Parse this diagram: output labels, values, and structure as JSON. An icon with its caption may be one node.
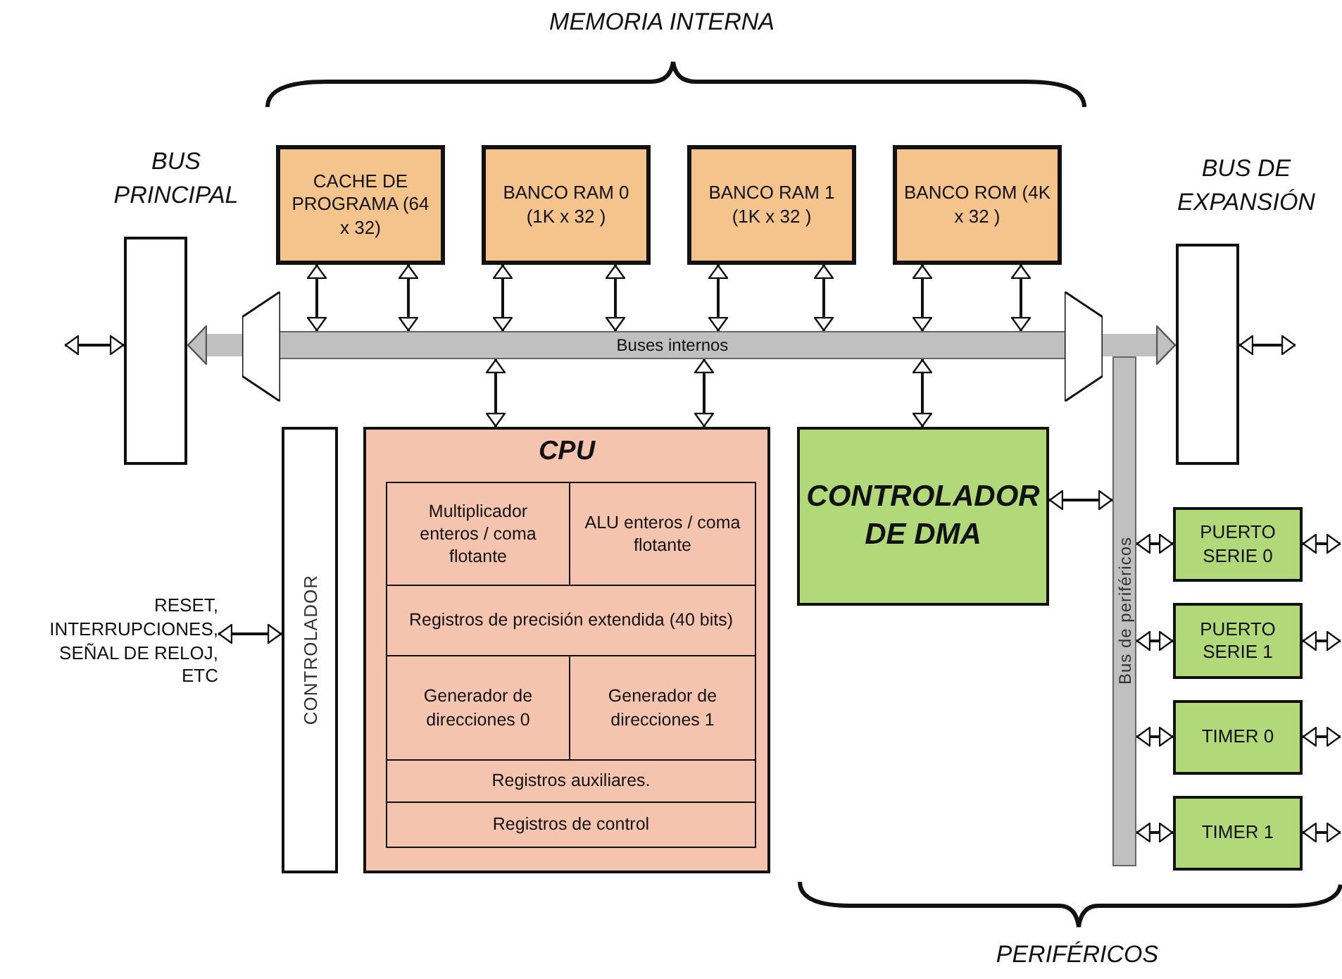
{
  "diagram": {
    "nodes": [
      {
        "text": [
          "BUS PRINCIPAL"
        ]
      },
      {
        "text": [
          "CACHE DE PROGRAMA (64 x 32)"
        ]
      },
      {
        "text": [
          "BANCO RAM 0 (1K x 32 )"
        ]
      },
      {
        "text": [
          "BANCO RAM 1 (1K x 32 )"
        ]
      },
      {
        "text": [
          "BANCO ROM (4K x 32 )"
        ]
      },
      {
        "text": [
          "BUS DE EXPANSIÓN"
        ]
      },
      {
        "text": [
          "Buses internos"
        ]
      },
      {
        "text": [],
        "shape": "trapezoid"
      },
      {
        "text": [],
        "shape": "trapezoid"
      },
      {
        "text": [
          "CONTROLADOR"
        ]
      },
      {
        "text": [
          "CPU"
        ]
      },
      {
        "text": [
          "Multiplicador enteros / coma flotante"
        ],
        "in": 10
      },
      {
        "text": [
          "ALU enteros / coma flotante"
        ],
        "in": 10
      },
      {
        "text": [
          "Registros de precisión extendida (40 bits)"
        ],
        "in": 10
      },
      {
        "text": [
          "Generador de direcciones 0"
        ],
        "in": 10
      },
      {
        "text": [
          "Generador de direcciones 1"
        ],
        "in": 10
      },
      {
        "text": [
          "Registros auxiliares."
        ],
        "in": 10
      },
      {
        "text": [
          "Registros de control"
        ],
        "in": 10
      },
      {
        "text": [
          "CONTROLADOR DE DMA"
        ]
      },
      {
        "text": [
          "Bus de periféricos"
        ]
      },
      {
        "text": [
          "PUERTO SERIE 0"
        ]
      },
      {
        "text": [
          "PUERTO SERIE 1"
        ]
      },
      {
        "text": [
          "TIMER 0"
        ]
      },
      {
        "text": [
          "TIMER 1"
        ]
      },
      {
        "text": [
          "RESET, INTERRUPCIONES, SEÑAL DE RELOJ, ETC"
        ]
      }
    ],
    "edges": [
      {
        "from": 1,
        "to": 6,
        "arrow": "both"
      },
      {
        "from": 1,
        "to": 6,
        "arrow": "both"
      },
      {
        "from": 2,
        "to": 6,
        "arrow": "both"
      },
      {
        "from": 2,
        "to": 6,
        "arrow": "both"
      },
      {
        "from": 3,
        "to": 6,
        "arrow": "both"
      },
      {
        "from": 3,
        "to": 6,
        "arrow": "both"
      },
      {
        "from": 4,
        "to": 6,
        "arrow": "both"
      },
      {
        "from": 4,
        "to": 6,
        "arrow": "both"
      },
      {
        "from": 6,
        "to": 10,
        "arrow": "both"
      },
      {
        "from": 6,
        "to": 10,
        "arrow": "both"
      },
      {
        "from": 6,
        "to": 18,
        "arrow": "both"
      },
      {
        "from": 7,
        "to": 0,
        "arrow": "to",
        "style": "thick",
        "color": "#c0c0c0"
      },
      {
        "from": 8,
        "to": 5,
        "arrow": "to",
        "style": "thick",
        "color": "#c0c0c0"
      },
      {
        "from": null,
        "to": 0,
        "arrow": "both"
      },
      {
        "from": 5,
        "to": null,
        "arrow": "both"
      },
      {
        "from": 24,
        "to": 9,
        "arrow": "both"
      },
      {
        "from": 18,
        "to": 19,
        "arrow": "both"
      },
      {
        "from": 19,
        "to": 20,
        "arrow": "both"
      },
      {
        "from": 19,
        "to": 21,
        "arrow": "both"
      },
      {
        "from": 19,
        "to": 22,
        "arrow": "both"
      },
      {
        "from": 19,
        "to": 23,
        "arrow": "both"
      },
      {
        "from": 20,
        "to": null,
        "arrow": "both"
      },
      {
        "from": 21,
        "to": null,
        "arrow": "both"
      },
      {
        "from": 22,
        "to": null,
        "arrow": "both"
      },
      {
        "from": 23,
        "to": null,
        "arrow": "both"
      }
    ],
    "labels": [
      "MEMORIA INTERNA",
      "PERIFÉRICOS"
    ]
  }
}
